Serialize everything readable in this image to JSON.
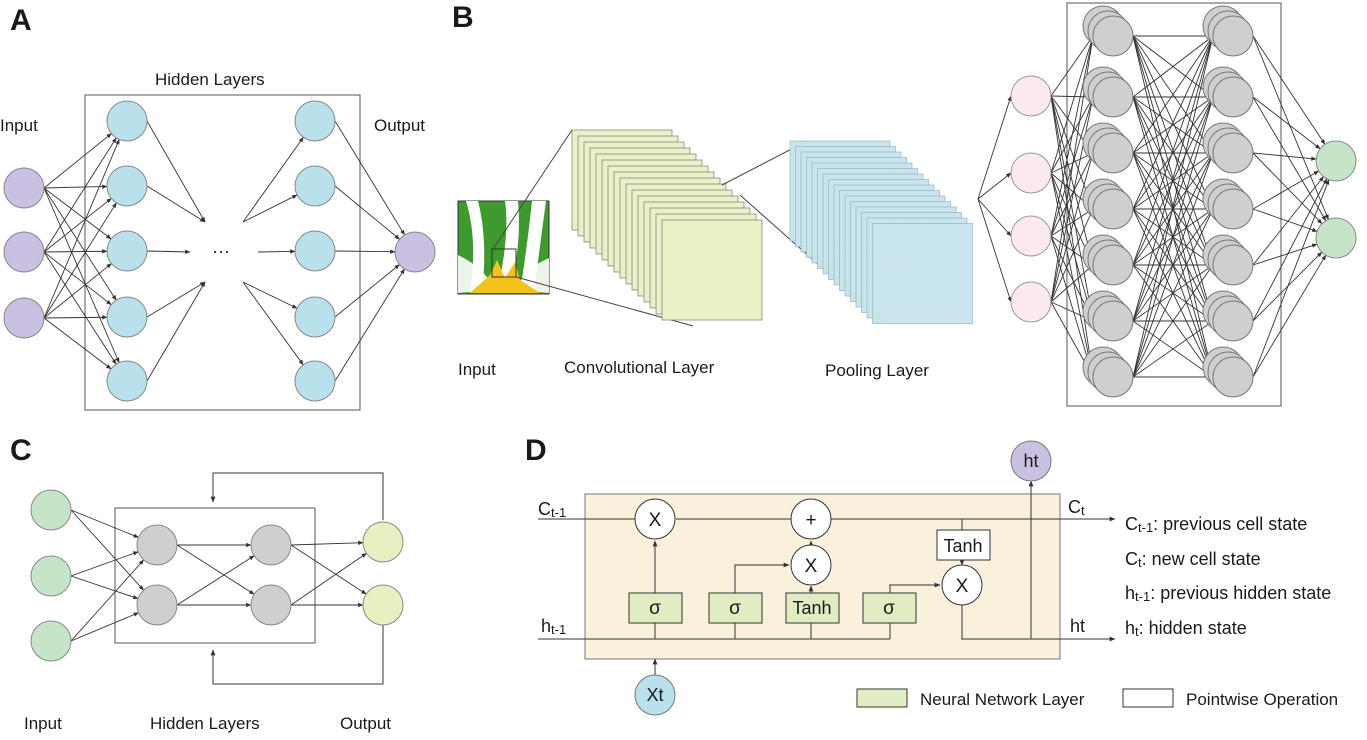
{
  "panels": {
    "a": {
      "letter": "A",
      "hidden_label": "Hidden Layers",
      "input_label": "Input",
      "output_label": "Output",
      "ellipsis": "···"
    },
    "b": {
      "letter": "B",
      "input_label": "Input",
      "conv_label": "Convolutional Layer",
      "pool_label": "Pooling Layer"
    },
    "c": {
      "letter": "C",
      "input_label": "Input",
      "hidden_label": "Hidden Layers",
      "output_label": "Output"
    },
    "d": {
      "letter": "D",
      "c_prev": "C",
      "c_prev_sub": "t-1",
      "c_next": "C",
      "c_next_sub": "t",
      "h_prev": "h",
      "h_prev_sub": "t-1",
      "h_next": "ht",
      "h_top": "ht",
      "xt": "Xt",
      "mult": "X",
      "plus": "+",
      "sigma": "σ",
      "tanh": "Tanh",
      "defs": [
        {
          "base": "C",
          "sub": "t-1",
          "text": ": previous cell state"
        },
        {
          "base": "C",
          "sub": "t",
          "text": ": new cell state"
        },
        {
          "base": "h",
          "sub": "t-1",
          "text": ": previous hidden state"
        },
        {
          "base": "h",
          "sub": "t",
          "text": ": hidden state"
        }
      ],
      "legend": {
        "nn_layer": "Neural Network Layer",
        "pointwise": "Pointwise Operation"
      }
    }
  },
  "colors": {
    "purple_node": "#c9c0e2",
    "blue_node": "#b9e1ec",
    "green_node": "#c6e5c8",
    "gray_node": "#cfcfcf",
    "pink_node": "#fbe8f0",
    "yellow_green_node": "#e8f0c2",
    "lstm_bg": "#f9f1dc",
    "nn_layer_fill": "#e0ecc2",
    "conv_fill": "#eaf1c6",
    "pool_fill": "#c9e4ef"
  }
}
